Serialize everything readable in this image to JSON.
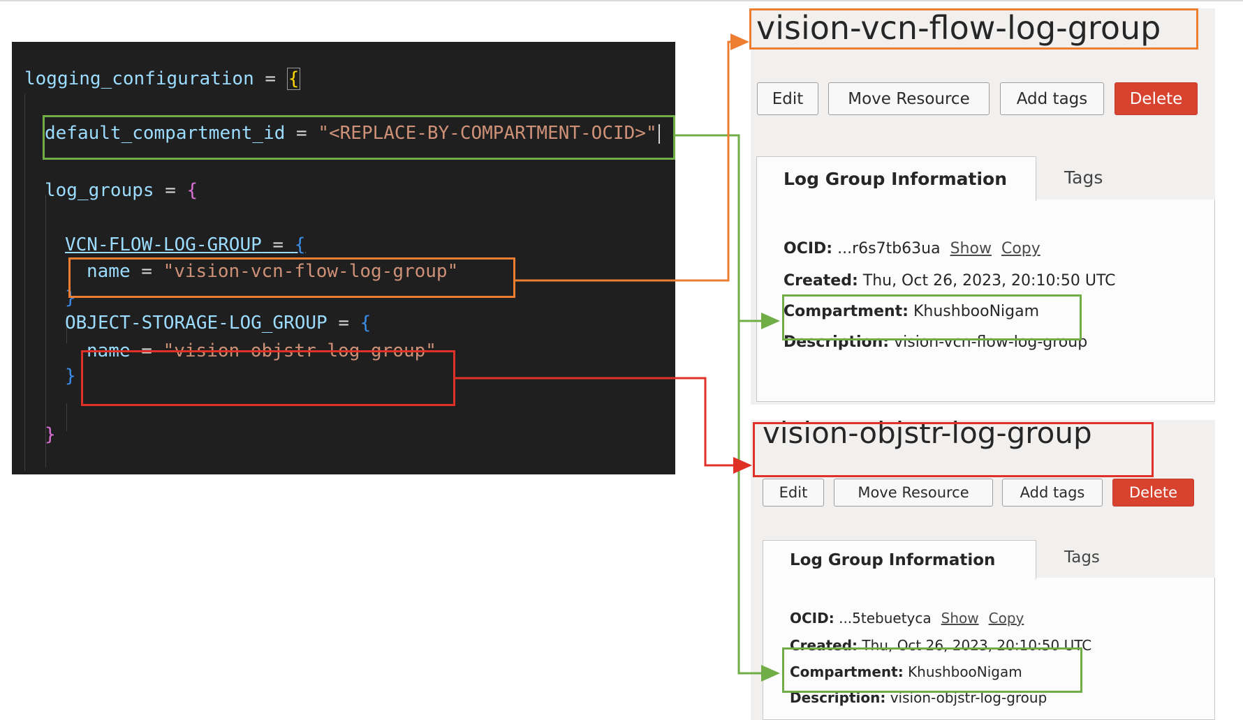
{
  "code": {
    "var_name": "logging_configuration",
    "eq": "=",
    "open": "{",
    "close": "}",
    "default_key": "default_compartment_id",
    "default_value": "\"<REPLACE-BY-COMPARTMENT-OCID>\"",
    "log_groups_key": "log_groups",
    "group1_key": "VCN-FLOW-LOG-GROUP",
    "group1_name_key": "name",
    "group1_name_value": "\"vision-vcn-flow-log-group\"",
    "group2_key": "OBJECT-STORAGE-LOG_GROUP",
    "group2_name_key": "name",
    "group2_name_value": "\"vision-objstr-log-group\""
  },
  "panels": [
    {
      "title": "vision-vcn-flow-log-group",
      "buttons": {
        "edit": "Edit",
        "move": "Move Resource",
        "tags": "Add tags",
        "delete": "Delete"
      },
      "tabs": {
        "info": "Log Group Information",
        "tags": "Tags"
      },
      "ocid_label": "OCID:",
      "ocid_value": "...r6s7tb63ua",
      "show": "Show",
      "copy": "Copy",
      "created_label": "Created:",
      "created_value": "Thu, Oct 26, 2023, 20:10:50 UTC",
      "compartment_label": "Compartment:",
      "compartment_value": "KhushbooNigam",
      "description_label": "Description:",
      "description_value": "vision-vcn-flow-log-group"
    },
    {
      "title": "vision-objstr-log-group",
      "buttons": {
        "edit": "Edit",
        "move": "Move Resource",
        "tags": "Add tags",
        "delete": "Delete"
      },
      "tabs": {
        "info": "Log Group Information",
        "tags": "Tags"
      },
      "ocid_label": "OCID:",
      "ocid_value": "...5tebuetyca",
      "show": "Show",
      "copy": "Copy",
      "created_label": "Created:",
      "created_value": "Thu, Oct 26, 2023, 20:10:50 UTC",
      "compartment_label": "Compartment:",
      "compartment_value": "KhushbooNigam",
      "description_label": "Description:",
      "description_value": "vision-objstr-log-group"
    }
  ],
  "colors": {
    "green": "#70ad47",
    "orange": "#ed7d31",
    "red": "#e03126",
    "delete": "#d8432f",
    "editor_bg": "#1f1f1f"
  }
}
